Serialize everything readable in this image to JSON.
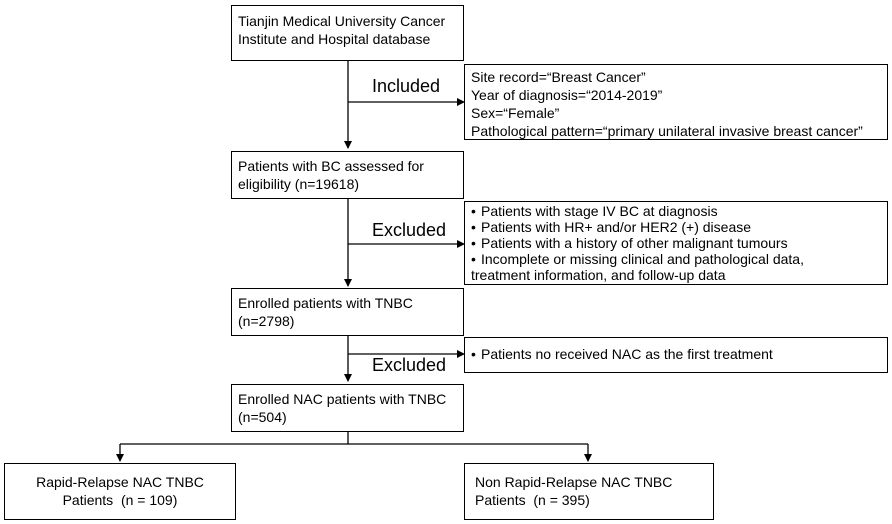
{
  "boxes": {
    "source": [
      "Tianjin Medical University Cancer",
      "Institute and Hospital database"
    ],
    "inclusion_criteria": [
      "Site record=“Breast Cancer”",
      "Year of diagnosis=“2014-2019”",
      "Sex=“Female”",
      "Pathological pattern=“primary unilateral invasive breast cancer”"
    ],
    "assessed": [
      "Patients with BC assessed for",
      "eligibility (n=19618)"
    ],
    "exclusion_1": [
      "Patients with stage IV BC at diagnosis",
      "Patients with HR+ and/or HER2 (+) disease",
      "Patients with a history of other malignant tumours",
      "Incomplete or missing clinical and pathological data,",
      "treatment information, and follow-up data"
    ],
    "enrolled_tnbc": [
      "Enrolled patients with TNBC",
      "(n=2798)"
    ],
    "exclusion_2": [
      "Patients no received NAC as the first treatment"
    ],
    "enrolled_nac": [
      "Enrolled NAC patients with TNBC",
      "(n=504)"
    ],
    "rapid_relapse": [
      "Rapid-Relapse NAC TNBC",
      "Patients  (n = 109)"
    ],
    "non_rapid_relapse": [
      "Non Rapid-Relapse NAC TNBC",
      "Patients  (n = 395)"
    ]
  },
  "labels": {
    "included": "Included",
    "excluded_1": "Excluded",
    "excluded_2": "Excluded"
  },
  "bullet_glyph": "•"
}
